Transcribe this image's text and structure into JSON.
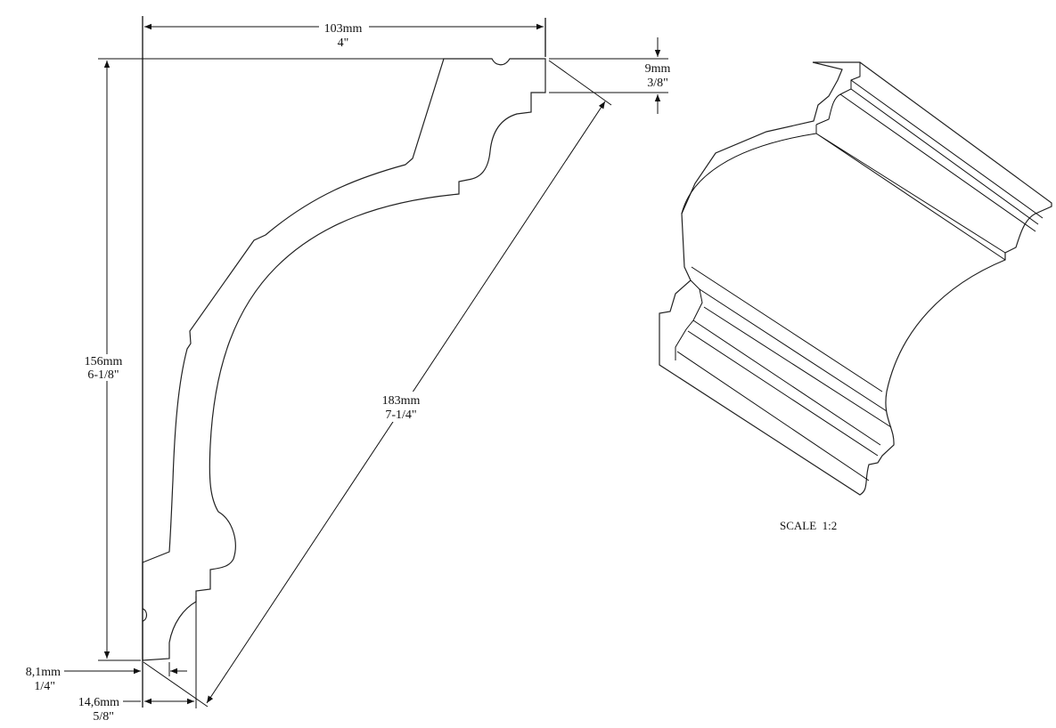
{
  "dimensions": {
    "width": {
      "mm": "103mm",
      "in": "4\""
    },
    "height": {
      "mm": "156mm",
      "in": "6-1/8\""
    },
    "diagonal": {
      "mm": "183mm",
      "in": "7-1/4\""
    },
    "top_step": {
      "mm": "9mm",
      "in": "3/8\""
    },
    "bottom_step": {
      "mm": "8,1mm",
      "in": "1/4\""
    },
    "bottom_width": {
      "mm": "14,6mm",
      "in": "5/8\""
    }
  },
  "scale_label": "SCALE  1:2"
}
